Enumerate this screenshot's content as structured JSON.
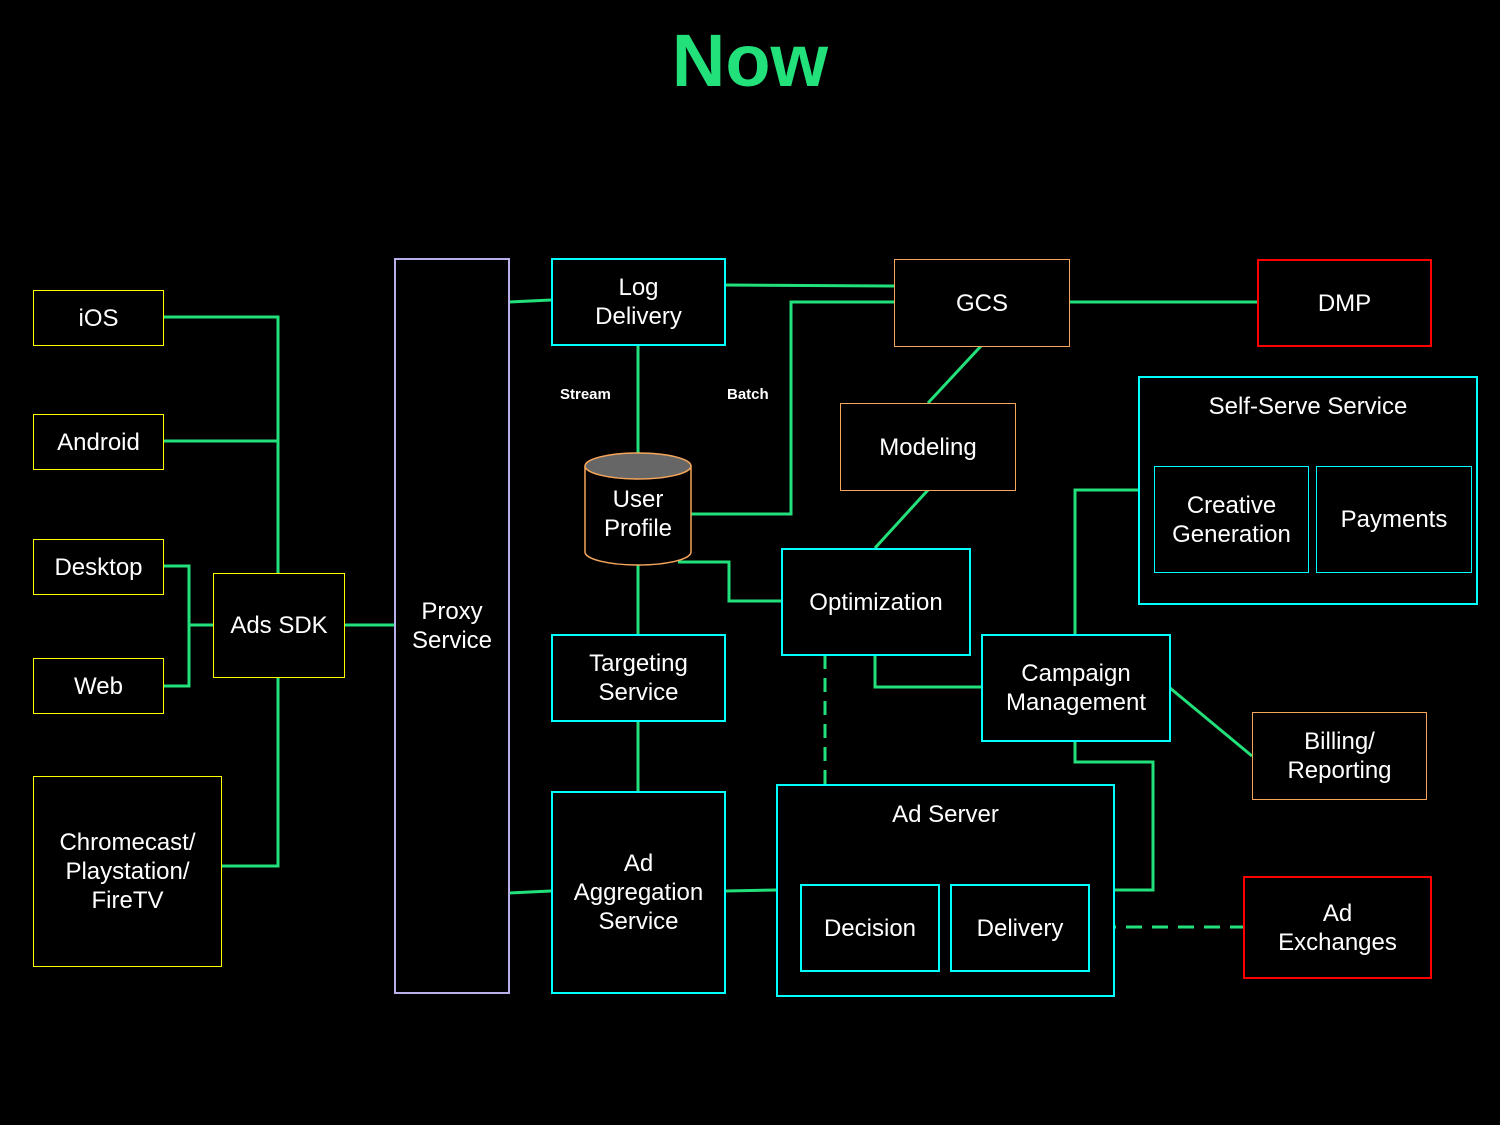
{
  "title": "Now",
  "colors": {
    "line": "#22e07a",
    "client": "#ffff00",
    "service": "#00ffff",
    "data": "#f5a65b",
    "external": "#ff0000",
    "proxy": "#b8b0e8"
  },
  "clients": {
    "ios": "iOS",
    "android": "Android",
    "desktop": "Desktop",
    "web": "Web",
    "chromecast": "Chromecast/ Playstation/ FireTV"
  },
  "ads_sdk": "Ads SDK",
  "proxy": "Proxy Service",
  "log_delivery": "Log Delivery",
  "stream_label": "Stream",
  "batch_label": "Batch",
  "user_profile": "User Profile",
  "targeting": "Targeting Service",
  "ad_aggregation": "Ad Aggregation Service",
  "gcs": "GCS",
  "dmp": "DMP",
  "modeling": "Modeling",
  "optimization": "Optimization",
  "self_serve": {
    "title": "Self-Serve Service",
    "creative": "Creative Generation",
    "payments": "Payments"
  },
  "campaign": "Campaign Management",
  "billing": "Billing/ Reporting",
  "ad_server": {
    "title": "Ad Server",
    "decision": "Decision",
    "delivery": "Delivery"
  },
  "ad_exchanges": "Ad Exchanges"
}
